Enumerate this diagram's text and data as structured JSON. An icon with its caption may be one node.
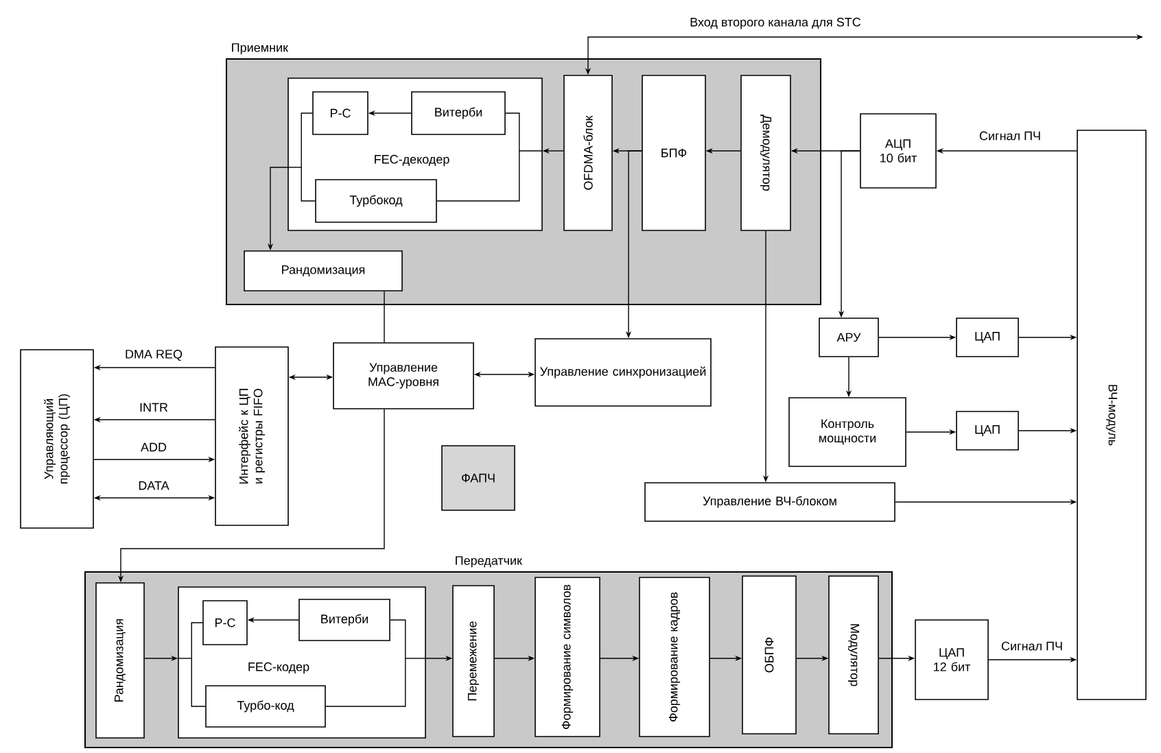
{
  "diagram": {
    "nodes": [
      {
        "text": [
          "Приемник"
        ]
      },
      {
        "text": [
          "FEC-декодер"
        ],
        "in": 0
      },
      {
        "text": [
          "Р-С"
        ],
        "in": 1
      },
      {
        "text": [
          "Витерби"
        ],
        "in": 1
      },
      {
        "text": [
          "Турбокод"
        ],
        "in": 1
      },
      {
        "text": [
          "OFDMA-блок"
        ],
        "in": 0
      },
      {
        "text": [
          "БПФ"
        ],
        "in": 0
      },
      {
        "text": [
          "Демодулятор"
        ],
        "in": 0
      },
      {
        "text": [
          "Рандомизация"
        ],
        "in": 0
      },
      {
        "text": [
          "АЦП 10 бит"
        ]
      },
      {
        "text": [
          "ВЧ-модуль"
        ]
      },
      {
        "text": [
          "Управляющий процессор (ЦП)"
        ]
      },
      {
        "text": [
          "Интерфейс к ЦП и регистры FIFO"
        ]
      },
      {
        "text": [
          "Управление MAC-уровня"
        ]
      },
      {
        "text": [
          "Управление синхронизацией"
        ]
      },
      {
        "text": [
          "ФАПЧ"
        ]
      },
      {
        "text": [
          "АРУ"
        ]
      },
      {
        "text": [
          "ЦАП"
        ]
      },
      {
        "text": [
          "Контроль мощности"
        ]
      },
      {
        "text": [
          "ЦАП"
        ]
      },
      {
        "text": [
          "Управление ВЧ-блоком"
        ]
      },
      {
        "text": [
          "Передатчик"
        ]
      },
      {
        "text": [
          "Рандомизация"
        ],
        "in": 21
      },
      {
        "text": [
          "FEC-кодер"
        ],
        "in": 21
      },
      {
        "text": [
          "Р-С"
        ],
        "in": 23
      },
      {
        "text": [
          "Витерби"
        ],
        "in": 23
      },
      {
        "text": [
          "Турбо-код"
        ],
        "in": 23
      },
      {
        "text": [
          "Перемежение"
        ],
        "in": 21
      },
      {
        "text": [
          "Формирование символов"
        ],
        "in": 21
      },
      {
        "text": [
          "Формирование кадров"
        ],
        "in": 21
      },
      {
        "text": [
          "ОБПФ"
        ],
        "in": 21
      },
      {
        "text": [
          "Модулятор"
        ],
        "in": 21
      },
      {
        "text": [
          "ЦАП 12 бит"
        ]
      }
    ],
    "edges": [
      {
        "from": null,
        "to": 5,
        "arrow": "both",
        "label": "Вход второго канала для STC"
      },
      {
        "from": 3,
        "to": 2,
        "arrow": "to"
      },
      {
        "from": 5,
        "to": 1,
        "arrow": "to"
      },
      {
        "from": 6,
        "to": 5,
        "arrow": "to"
      },
      {
        "from": 7,
        "to": 6,
        "arrow": "to"
      },
      {
        "from": 9,
        "to": 7,
        "arrow": "to"
      },
      {
        "from": 10,
        "to": 9,
        "arrow": "to",
        "label": "Сигнал ПЧ"
      },
      {
        "from": 1,
        "to": 8,
        "arrow": "to"
      },
      {
        "from": 8,
        "to": 13,
        "arrow": "none"
      },
      {
        "from": 13,
        "to": 22,
        "arrow": "to"
      },
      {
        "from": 12,
        "to": 11,
        "arrow": "to",
        "label": "DMA REQ"
      },
      {
        "from": 12,
        "to": 11,
        "arrow": "to",
        "label": "INTR"
      },
      {
        "from": 11,
        "to": 12,
        "arrow": "to",
        "label": "ADD"
      },
      {
        "from": 11,
        "to": 12,
        "arrow": "both",
        "label": "DATA"
      },
      {
        "from": 12,
        "to": 13,
        "arrow": "both"
      },
      {
        "from": 13,
        "to": 14,
        "arrow": "both"
      },
      {
        "from": 6,
        "to": 14,
        "arrow": "to"
      },
      {
        "from": 7,
        "to": 20,
        "arrow": "to"
      },
      {
        "from": 9,
        "to": 16,
        "arrow": "to"
      },
      {
        "from": 16,
        "to": 17,
        "arrow": "to"
      },
      {
        "from": 17,
        "to": 10,
        "arrow": "to"
      },
      {
        "from": 16,
        "to": 18,
        "arrow": "to"
      },
      {
        "from": 18,
        "to": 19,
        "arrow": "to"
      },
      {
        "from": 19,
        "to": 10,
        "arrow": "to"
      },
      {
        "from": 20,
        "to": 10,
        "arrow": "to"
      },
      {
        "from": 25,
        "to": 24,
        "arrow": "to"
      },
      {
        "from": 22,
        "to": 23,
        "arrow": "to"
      },
      {
        "from": 23,
        "to": 27,
        "arrow": "to"
      },
      {
        "from": 27,
        "to": 28,
        "arrow": "to"
      },
      {
        "from": 28,
        "to": 29,
        "arrow": "to"
      },
      {
        "from": 29,
        "to": 30,
        "arrow": "to"
      },
      {
        "from": 30,
        "to": 31,
        "arrow": "to"
      },
      {
        "from": 31,
        "to": 32,
        "arrow": "to"
      },
      {
        "from": 32,
        "to": 10,
        "arrow": "to",
        "label": "Сигнал ПЧ"
      },
      {
        "from": 2,
        "to": 4,
        "arrow": "none"
      },
      {
        "from": 3,
        "to": 4,
        "arrow": "none"
      },
      {
        "from": 24,
        "to": 26,
        "arrow": "none"
      },
      {
        "from": 25,
        "to": 26,
        "arrow": "none"
      }
    ]
  }
}
